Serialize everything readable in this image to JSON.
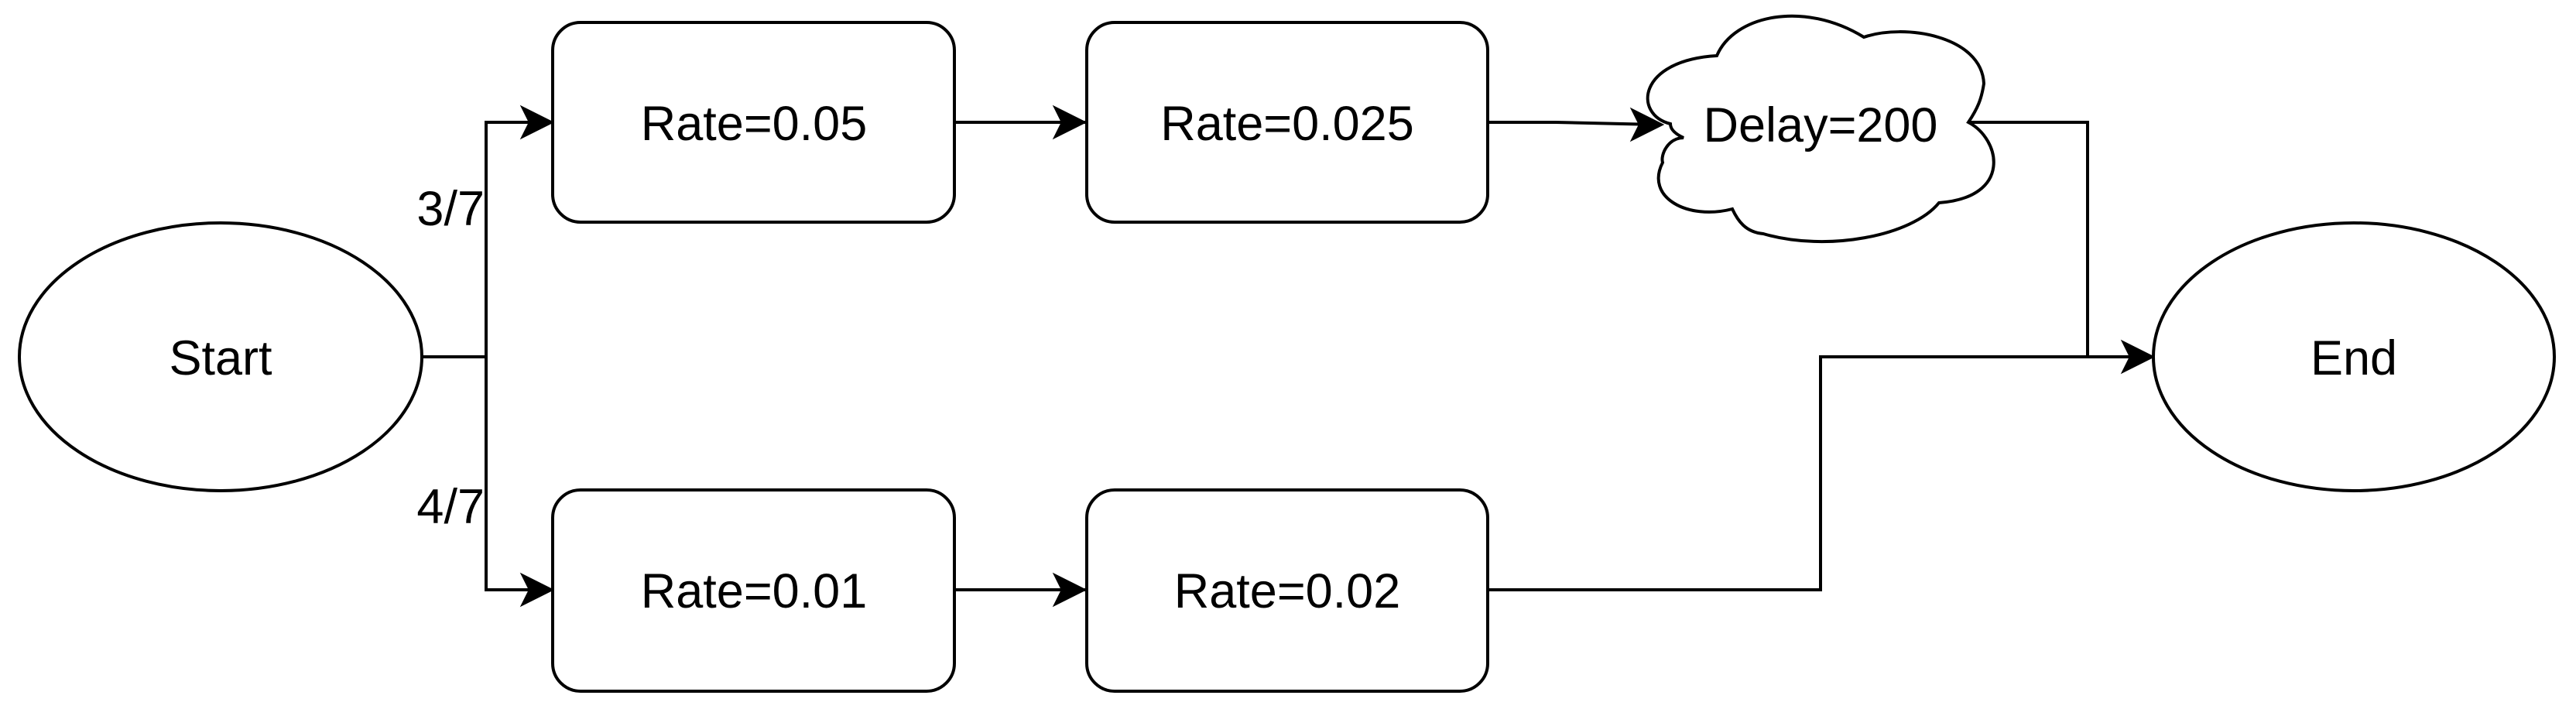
{
  "nodes": {
    "start": {
      "label": "Start",
      "shape": "ellipse"
    },
    "rate_a1": {
      "label": "Rate=0.05",
      "shape": "rounded-rect"
    },
    "rate_a2": {
      "label": "Rate=0.025",
      "shape": "rounded-rect"
    },
    "delay": {
      "label": "Delay=200",
      "shape": "cloud"
    },
    "rate_b1": {
      "label": "Rate=0.01",
      "shape": "rounded-rect"
    },
    "rate_b2": {
      "label": "Rate=0.02",
      "shape": "rounded-rect"
    },
    "end": {
      "label": "End",
      "shape": "ellipse"
    }
  },
  "edges": [
    {
      "from": "start",
      "to": "rate_a1",
      "label": "3/7"
    },
    {
      "from": "start",
      "to": "rate_b1",
      "label": "4/7"
    },
    {
      "from": "rate_a1",
      "to": "rate_a2"
    },
    {
      "from": "rate_a2",
      "to": "delay"
    },
    {
      "from": "delay",
      "to": "end"
    },
    {
      "from": "rate_b1",
      "to": "rate_b2"
    },
    {
      "from": "rate_b2",
      "to": "end"
    }
  ],
  "colors": {
    "stroke": "#000000",
    "fill": "#ffffff",
    "text": "#000000"
  }
}
